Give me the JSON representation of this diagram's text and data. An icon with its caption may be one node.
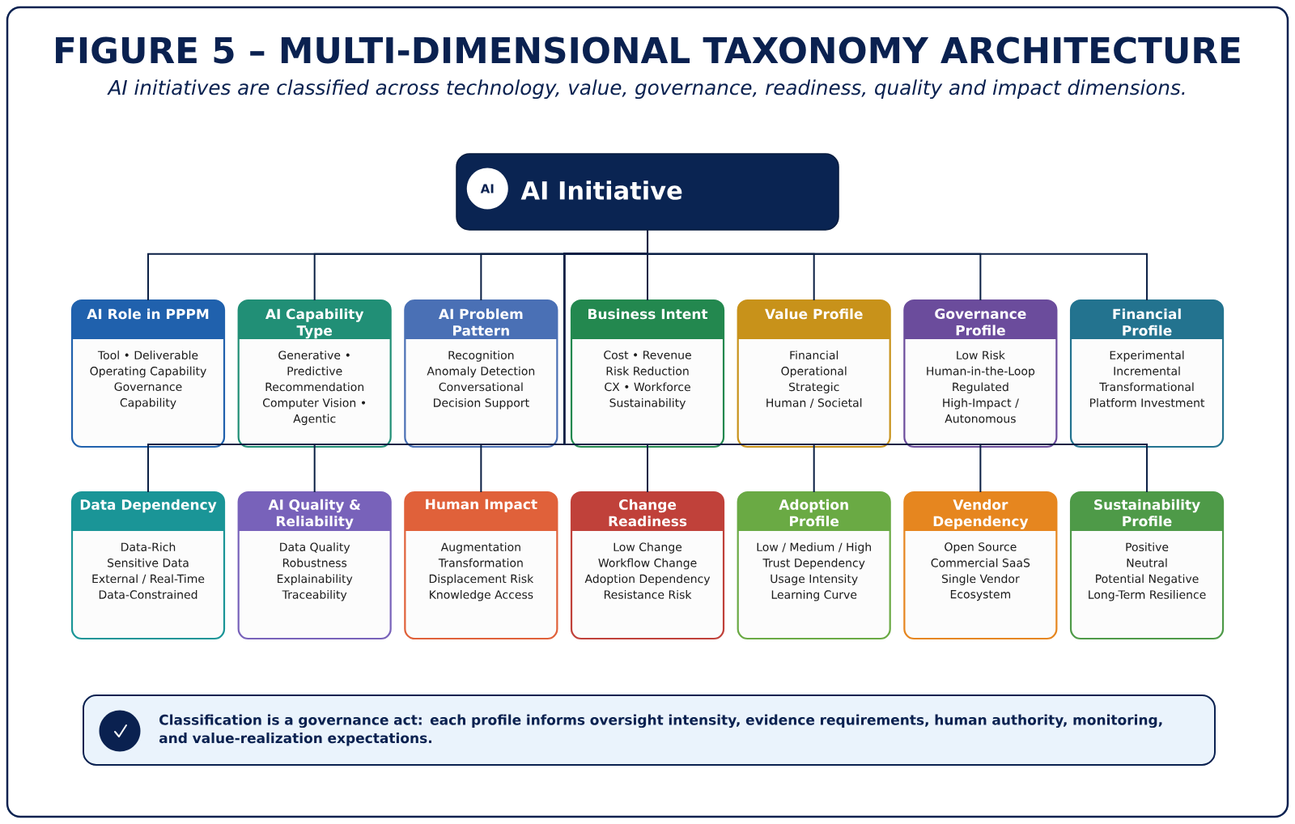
{
  "diagram": {
    "title": "FIGURE 5 – MULTI-DIMENSIONAL TAXONOMY ARCHITECTURE",
    "caption": "AI initiatives are classified across technology, value, governance, readiness, quality and impact dimensions.",
    "nodes": [
      {
        "text": [
          "AI Initiative"
        ]
      },
      {
        "text": [
          "AI"
        ],
        "in": 0
      },
      {
        "text": [
          "AI Role in PPPM",
          "Tool • Deliverable",
          "Operating Capability",
          "Governance Capability"
        ]
      },
      {
        "text": [
          "AI Capability Type",
          "Generative • Predictive",
          "Recommendation",
          "Computer Vision • Agentic"
        ]
      },
      {
        "text": [
          "AI Problem Pattern",
          "Recognition",
          "Anomaly Detection",
          "Conversational",
          "Decision Support"
        ]
      },
      {
        "text": [
          "Business Intent",
          "Cost • Revenue",
          "Risk Reduction",
          "CX • Workforce",
          "Sustainability"
        ]
      },
      {
        "text": [
          "Value Profile",
          "Financial",
          "Operational",
          "Strategic",
          "Human / Societal"
        ]
      },
      {
        "text": [
          "Governance Profile",
          "Low Risk",
          "Human-in-the-Loop",
          "Regulated",
          "High-Impact / Autonomous"
        ]
      },
      {
        "text": [
          "Financial Profile",
          "Experimental",
          "Incremental",
          "Transformational",
          "Platform Investment"
        ]
      },
      {
        "text": [
          "Data Dependency",
          "Data-Rich",
          "Sensitive Data",
          "External / Real-Time",
          "Data-Constrained"
        ]
      },
      {
        "text": [
          "AI Quality & Reliability",
          "Data Quality",
          "Robustness",
          "Explainability",
          "Traceability"
        ]
      },
      {
        "text": [
          "Human Impact",
          "Augmentation",
          "Transformation",
          "Displacement Risk",
          "Knowledge Access"
        ]
      },
      {
        "text": [
          "Change Readiness",
          "Low Change",
          "Workflow Change",
          "Adoption Dependency",
          "Resistance Risk"
        ]
      },
      {
        "text": [
          "Adoption Profile",
          "Low / Medium / High",
          "Trust Dependency",
          "Usage Intensity",
          "Learning Curve"
        ]
      },
      {
        "text": [
          "Vendor Dependency",
          "Open Source",
          "Commercial SaaS",
          "Single Vendor",
          "Ecosystem"
        ]
      },
      {
        "text": [
          "Sustainability Profile",
          "Positive",
          "Neutral",
          "Potential Negative",
          "Long-Term Resilience"
        ]
      },
      {
        "text": [
          "Classification is a governance act: each profile informs oversight intensity, evidence requirements, human authority, monitoring, and value-realization expectations."
        ]
      }
    ],
    "edges": [
      {
        "from": 0,
        "to": 2,
        "arrow": "none"
      },
      {
        "from": 0,
        "to": 3,
        "arrow": "none"
      },
      {
        "from": 0,
        "to": 4,
        "arrow": "none"
      },
      {
        "from": 0,
        "to": 5,
        "arrow": "none"
      },
      {
        "from": 0,
        "to": 6,
        "arrow": "none"
      },
      {
        "from": 0,
        "to": 7,
        "arrow": "none"
      },
      {
        "from": 0,
        "to": 8,
        "arrow": "none"
      },
      {
        "from": 0,
        "to": 9,
        "arrow": "none"
      },
      {
        "from": 0,
        "to": 10,
        "arrow": "none"
      },
      {
        "from": 0,
        "to": 11,
        "arrow": "none"
      },
      {
        "from": 0,
        "to": 12,
        "arrow": "none"
      },
      {
        "from": 0,
        "to": 13,
        "arrow": "none"
      },
      {
        "from": 0,
        "to": 14,
        "arrow": "none"
      },
      {
        "from": 0,
        "to": 15,
        "arrow": "none"
      }
    ]
  }
}
